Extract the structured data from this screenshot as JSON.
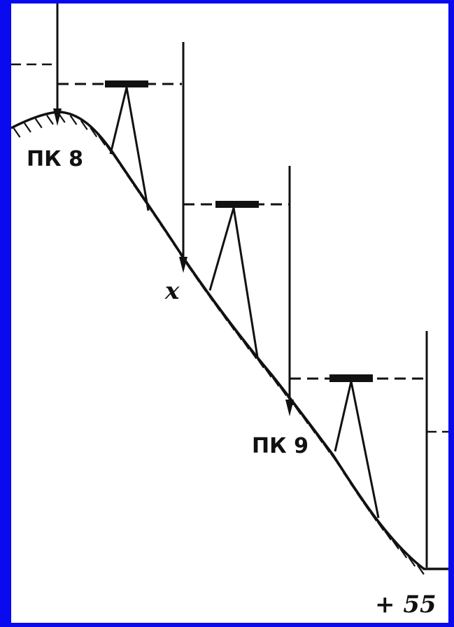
{
  "labels": {
    "pk8": "ПК 8",
    "plus_x": "x",
    "pk9": "ПК 9",
    "plus55": "+ 55"
  },
  "colors": {
    "border": "#0a0af0",
    "background": "#ffffff",
    "ink": "#111111"
  },
  "diagram": {
    "description_type": "levelling-on-slope",
    "instrument_stations": 3,
    "staff_points": 4
  }
}
